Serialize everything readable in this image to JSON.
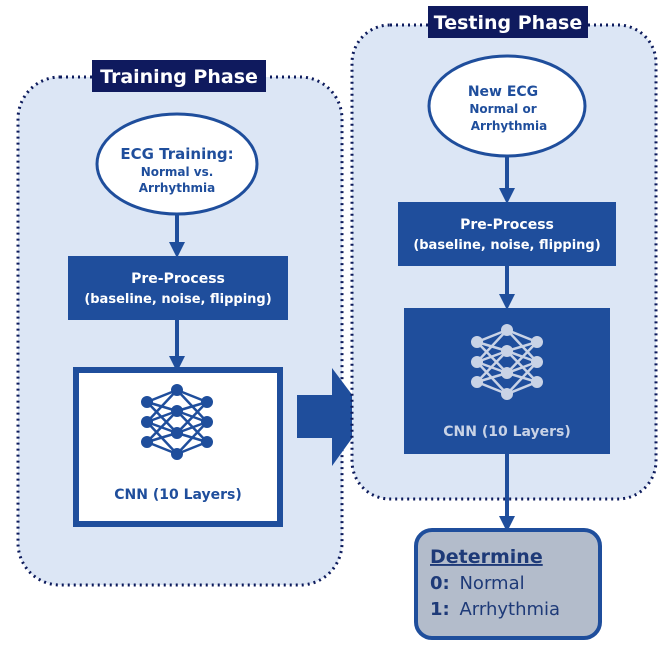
{
  "training": {
    "title": "Training Phase",
    "input_line1": "ECG Training:",
    "input_line2": "Normal vs.",
    "input_line3": "Arrhythmia",
    "preprocess_line1": "Pre-Process",
    "preprocess_line2": "(baseline, noise, flipping)",
    "cnn_label": "CNN (10 Layers)"
  },
  "testing": {
    "title": "Testing Phase",
    "input_line1": "New ECG",
    "input_line2": "Normal or",
    "input_line3": "Arrhythmia",
    "preprocess_line1": "Pre-Process",
    "preprocess_line2": "(baseline, noise, flipping)",
    "cnn_label": "CNN (10 Layers)"
  },
  "output": {
    "title": "Determine",
    "class0_key": "0:",
    "class0_label": "Normal",
    "class1_key": "1:",
    "class1_label": "Arrhythmia"
  },
  "colors": {
    "primary_blue": "#1f4e9c",
    "panel_fill": "#dce6f5",
    "dotted_border": "#0d1b5c",
    "title_box": "#0f1a5e",
    "result_fill": "#b3bccb"
  }
}
